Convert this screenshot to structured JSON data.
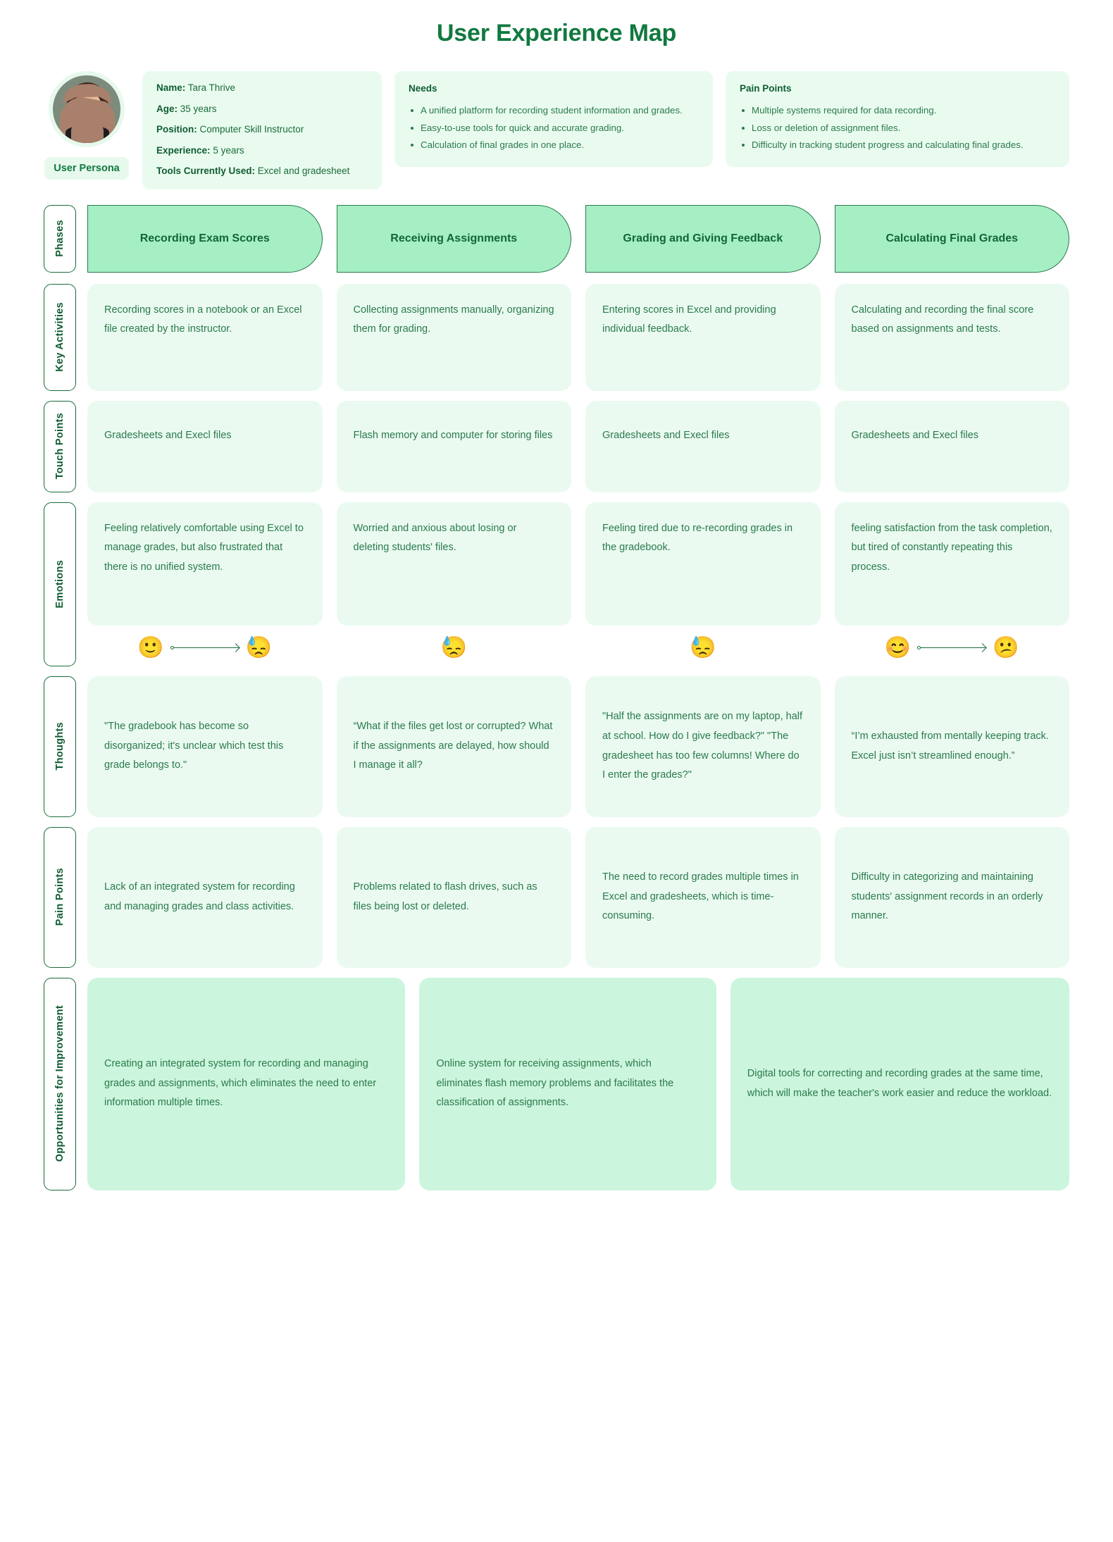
{
  "title": "User Experience Map",
  "persona": {
    "badge": "User Persona",
    "avatar_alt": "portrait-of-woman-wearing-brown-hijab",
    "fields": [
      {
        "label": "Name:",
        "value": "Tara Thrive"
      },
      {
        "label": "Age:",
        "value": "35 years"
      },
      {
        "label": "Position:",
        "value": "Computer Skill Instructor"
      },
      {
        "label": "Experience:",
        "value": "5 years"
      },
      {
        "label": "Tools Currently Used:",
        "value": "Excel and gradesheet"
      }
    ],
    "needs": {
      "heading": "Needs",
      "items": [
        "A unified platform for recording student information and grades.",
        "Easy-to-use tools for quick and accurate grading.",
        "Calculation of final grades in one place."
      ]
    },
    "pain_points": {
      "heading": "Pain Points",
      "items": [
        "Multiple systems required for data recording.",
        "Loss or deletion of assignment files.",
        "Difficulty in tracking student progress and calculating final grades."
      ]
    }
  },
  "rows": {
    "phases": {
      "label": "Phases",
      "items": [
        "Recording Exam Scores",
        "Receiving Assignments",
        "Grading and Giving Feedback",
        "Calculating Final Grades"
      ]
    },
    "key_activities": {
      "label": "Key Activities",
      "items": [
        "Recording scores in a notebook or an Excel file created by the instructor.",
        "Collecting assignments manually, organizing them for grading.",
        "Entering scores in Excel and providing individual feedback.",
        "Calculating and recording the final score based on assignments and tests."
      ]
    },
    "touch_points": {
      "label": "Touch Points",
      "items": [
        "Gradesheets and Execl files",
        "Flash memory and computer for storing files",
        "Gradesheets and Execl files",
        "Gradesheets and Execl files"
      ]
    },
    "emotions": {
      "label": "Emotions",
      "items": [
        "Feeling relatively comfortable using Excel to manage grades, but also frustrated that there is no unified system.",
        "Worried and anxious about losing or deleting students' files.",
        "Feeling tired due to re-recording grades in the gradebook.",
        "feeling satisfaction from the task completion, but tired of constantly repeating this process."
      ],
      "emoji_sets": [
        {
          "start": "🙂",
          "end": "😓",
          "arrow": true
        },
        {
          "start": "😓",
          "end": "",
          "arrow": false
        },
        {
          "start": "😓",
          "end": "",
          "arrow": false
        },
        {
          "start": "😊",
          "end": "😕",
          "arrow": true
        }
      ]
    },
    "thoughts": {
      "label": "Thoughts",
      "items": [
        "\"The gradebook has become so disorganized; it's unclear which test this grade belongs to.\"",
        "“What if the files get lost or corrupted? What if the assignments are delayed, how should I manage it all?",
        "\"Half the assignments are on my laptop, half at school. How do I give feedback?\" \"The gradesheet has too few columns! Where do I enter the grades?\"",
        "“I’m exhausted from mentally keeping track. Excel just isn’t streamlined enough.”"
      ]
    },
    "pain_points": {
      "label": "Pain Points",
      "items": [
        "Lack of an integrated system for recording and managing grades and class activities.",
        "Problems related to flash drives, such as files being lost or deleted.",
        "The need to record grades multiple times in Excel and gradesheets, which is time-consuming.",
        "Difficulty in categorizing and maintaining students' assignment records in an orderly manner."
      ]
    },
    "opportunities": {
      "label": "Opportunities for Improvement",
      "items": [
        "Creating an integrated system for recording and managing grades and assignments, which eliminates the need to enter information multiple times.",
        "Online system for receiving assignments, which eliminates flash memory problems and facilitates the classification of assignments.",
        "Digital tools for correcting and recording grades at the same time, which will make the teacher's work easier and reduce the workload."
      ]
    }
  },
  "colors": {
    "title_green": "#11793f",
    "phase_fill": "#a6eec4",
    "cell_fill": "#eafaf0",
    "opportunity_fill": "#ccf5dd",
    "persona_fill": "#e9fbef",
    "text_green": "#2a7a4c",
    "border_green": "#1a6b39"
  }
}
